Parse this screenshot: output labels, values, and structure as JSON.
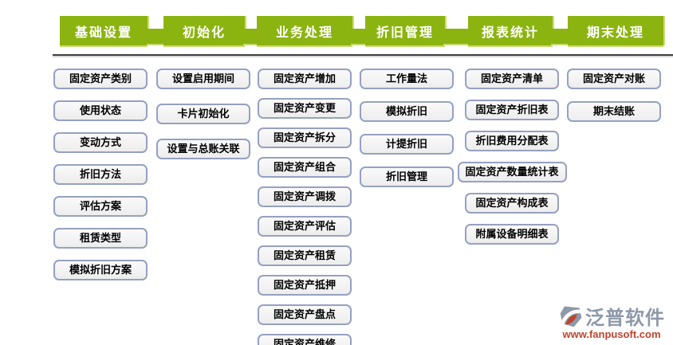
{
  "colors": {
    "tab_green": "#8cb410",
    "tab_green_highlight": "#c9dc77",
    "box_border": "#96a0c2",
    "box_background": "#f0f0f0",
    "divider_dark": "#3e3e3e",
    "logo_gray": "#8d98a8",
    "logo_red": "#c0432c"
  },
  "groups": [
    {
      "label": "基础设置",
      "items": [
        "固定资产类别",
        "使用状态",
        "变动方式",
        "折旧方法",
        "评估方案",
        "租赁类型",
        "模拟折旧方案"
      ]
    },
    {
      "label": "初始化",
      "items": [
        "设置启用期间",
        "卡片初始化",
        "设置与总账关联"
      ]
    },
    {
      "label": "业务处理",
      "items": [
        "固定资产增加",
        "固定资产变更",
        "固定资产拆分",
        "固定资产组合",
        "固定资产调拨",
        "固定资产评估",
        "固定资产租赁",
        "固定资产抵押",
        "固定资产盘点",
        "固定资产维修"
      ]
    },
    {
      "label": "折旧管理",
      "items": [
        "工作量法",
        "模拟折旧",
        "计提折旧",
        "折旧管理"
      ]
    },
    {
      "label": "报表统计",
      "items": [
        "固定资产清单",
        "固定资产折旧表",
        "折旧费用分配表",
        "固定资产数量统计表",
        "固定资产构成表",
        "附属设备明细表"
      ]
    },
    {
      "label": "期末处理",
      "items": [
        "固定资产对账",
        "期末结账"
      ]
    }
  ],
  "footer": {
    "brand": "泛普软件",
    "url": "www.fanpusoft.com"
  }
}
